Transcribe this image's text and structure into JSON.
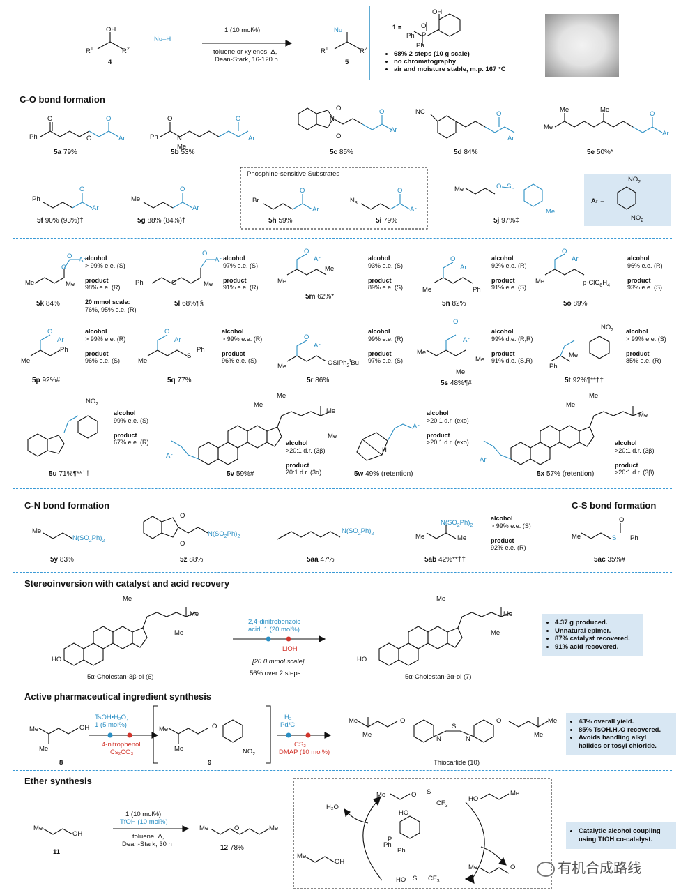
{
  "header": {
    "reactant_alcohol_label": "4",
    "nucleophile": "Nu–H",
    "product_label": "5",
    "cond_catalyst": "1 (10 mol%)",
    "cond_solvent": "toluene or xylenes, Δ,",
    "cond_apparatus": "Dean-Stark, 16-120 h",
    "catalyst_label": "1 =",
    "bullets": [
      "68% 2 steps (10 g scale)",
      "no chromatography",
      "air and moisture stable, m.p. 167 °C"
    ]
  },
  "sections": {
    "co": "C-O bond formation",
    "cn": "C-N bond formation",
    "cs": "C-S bond formation",
    "stereo": "Stereoinversion with catalyst and acid recovery",
    "api": "Active pharmaceutical ingredient synthesis",
    "ether": "Ether synthesis"
  },
  "co_row1": [
    {
      "id": "5a",
      "yield": "79%"
    },
    {
      "id": "5b",
      "yield": "53%"
    },
    {
      "id": "5c",
      "yield": "85%"
    },
    {
      "id": "5d",
      "yield": "84%"
    },
    {
      "id": "5e",
      "yield": "50%*"
    }
  ],
  "co_row2": [
    {
      "id": "5f",
      "yield": "90% (93%)†"
    },
    {
      "id": "5g",
      "yield": "88% (84%)†"
    },
    {
      "id": "5h",
      "yield": "59%"
    },
    {
      "id": "5i",
      "yield": "79%"
    },
    {
      "id": "5j",
      "yield": "97%‡"
    }
  ],
  "phosphine_box_title": "Phosphine-sensitive Substrates",
  "ar_def": "Ar =",
  "chiral": [
    {
      "id": "5k",
      "yield": "84%",
      "a": "alcohol",
      "av": "> 99% e.e. (S)",
      "p": "product",
      "pv": "98% e.e. (R)",
      "extra1": "20 mmol scale:",
      "extra2": "76%, 95% e.e. (R)"
    },
    {
      "id": "5l",
      "yield": "68%¶§",
      "a": "alcohol",
      "av": "97% e.e. (S)",
      "p": "product",
      "pv": "91% e.e. (R)"
    },
    {
      "id": "5m",
      "yield": "62%*",
      "a": "alcohol",
      "av": "93% e.e. (S)",
      "p": "product",
      "pv": "89% e.e. (S)"
    },
    {
      "id": "5n",
      "yield": "82%",
      "a": "alcohol",
      "av": "92% e.e. (R)",
      "p": "product",
      "pv": "91% e.e. (S)"
    },
    {
      "id": "5o",
      "yield": "89%",
      "a": "alcohol",
      "av": "96% e.e. (R)",
      "p": "product",
      "pv": "93% e.e. (S)"
    },
    {
      "id": "5p",
      "yield": "92%#",
      "a": "alcohol",
      "av": "> 99% e.e. (R)",
      "p": "product",
      "pv": "96% e.e. (S)"
    },
    {
      "id": "5q",
      "yield": "77%",
      "a": "alcohol",
      "av": "> 99% e.e. (R)",
      "p": "product",
      "pv": "96% e.e. (S)"
    },
    {
      "id": "5r",
      "yield": "86%",
      "a": "alcohol",
      "av": "99% e.e. (R)",
      "p": "product",
      "pv": "97% e.e. (S)"
    },
    {
      "id": "5s",
      "yield": "48%¶#",
      "a": "alcohol",
      "av": "99% d.e. (R,R)",
      "p": "product",
      "pv": "91% d.e. (S,R)"
    },
    {
      "id": "5t",
      "yield": "92%¶**††",
      "a": "alcohol",
      "av": "> 99% e.e. (S)",
      "p": "product",
      "pv": "85% e.e. (R)"
    },
    {
      "id": "5u",
      "yield": "71%¶**††",
      "a": "alcohol",
      "av": "99% e.e. (S)",
      "p": "product",
      "pv": "67% e.e. (R)"
    },
    {
      "id": "5v",
      "yield": "59%#",
      "a": "alcohol",
      "av": ">20:1 d.r. (3β)",
      "p": "product",
      "pv": "20:1 d.r. (3α)"
    },
    {
      "id": "5w",
      "yield": "49% (retention)",
      "a": "alcohol",
      "av": ">20:1 d.r. (exo)",
      "p": "product",
      "pv": ">20:1 d.r. (exo)"
    },
    {
      "id": "5x",
      "yield": "57% (retention)",
      "a": "alcohol",
      "av": ">20:1 d.r. (3β)",
      "p": "product",
      "pv": ">20:1 d.r. (3β)"
    }
  ],
  "cn": [
    {
      "id": "5y",
      "yield": "83%"
    },
    {
      "id": "5z",
      "yield": "88%"
    },
    {
      "id": "5aa",
      "yield": "47%"
    },
    {
      "id": "5ab",
      "yield": "42%**††",
      "a": "alcohol",
      "av": "> 99% e.e. (S)",
      "p": "product",
      "pv": "92% e.e. (R)"
    }
  ],
  "cs": [
    {
      "id": "5ac",
      "yield": "35%#"
    }
  ],
  "stereo": {
    "start": "5α-Cholestan-3β-ol (6)",
    "end": "5α-Cholestan-3α-ol (7)",
    "cond1": "2,4-dinitrobenzoic",
    "cond2": "acid, 1 (20 mol%)",
    "cond3": "LiOH",
    "scale": "[20.0 mmol scale]",
    "yield": "56% over 2 steps",
    "bullets": [
      "4.37 g produced.",
      "Unnatural epimer.",
      "87% catalyst recovered.",
      "91% acid recovered."
    ]
  },
  "api": {
    "c8": "8",
    "c9": "9",
    "c10": "Thiocarlide (10)",
    "s1a": "TsOH•H₂O,",
    "s1b": "1 (5 mol%)",
    "s1c": "4-nitrophenol",
    "s1d": "Cs₂CO₃",
    "s2a": "H₂",
    "s2b": "Pd/C",
    "s2c": "CS₂",
    "s2d": "DMAP (10 mol%)",
    "bullets": [
      "43% overall yield.",
      "85% TsOH.H₂O recovered.",
      "Avoids handling alkyl halides or tosyl chloride."
    ]
  },
  "ether": {
    "c11": "11",
    "c12": "12",
    "yield": "78%",
    "cond1": "1 (10 mol%)",
    "cond2": "TfOH (10 mol%)",
    "cond3": "toluene, Δ,",
    "cond4": "Dean-Stark, 30 h",
    "h2o": "H₂O",
    "bullets": [
      "Catalytic alcohol coupling using TfOH co-catalyst."
    ]
  },
  "watermark": "有机合成路线",
  "colors": {
    "accent": "#2a8fc4",
    "red": "#d2352c",
    "box": "#d8e7f3"
  }
}
